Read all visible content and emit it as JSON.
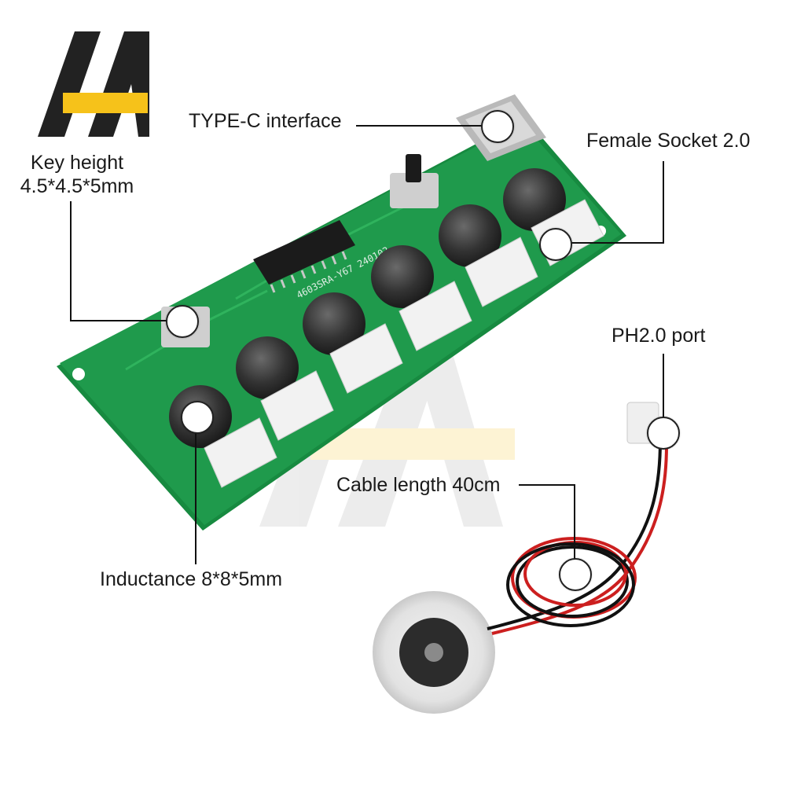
{
  "brand": {
    "logo_icon": "brand-logo-icon",
    "colors": {
      "dark": "#222222",
      "accent": "#f6c21a"
    }
  },
  "board": {
    "color": "#1f9a4c",
    "silkscreen": "4603SRA-Y67 240102"
  },
  "callouts": {
    "typec": "TYPE-C interface",
    "key_line1": "Key height",
    "key_line2": "4.5*4.5*5mm",
    "socket": "Female Socket 2.0",
    "ph": "PH2.0 port",
    "cable": "Cable length 40cm",
    "inductance": "Inductance 8*8*5mm"
  }
}
